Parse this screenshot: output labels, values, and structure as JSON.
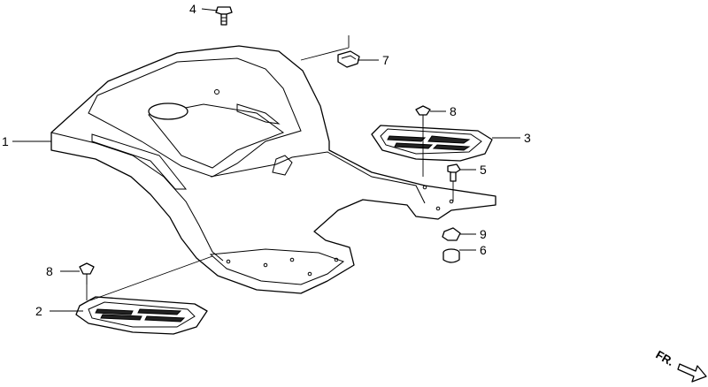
{
  "diagram": {
    "callouts": [
      {
        "id": "c1",
        "label": "1"
      },
      {
        "id": "c2",
        "label": "2"
      },
      {
        "id": "c3",
        "label": "3"
      },
      {
        "id": "c4",
        "label": "4"
      },
      {
        "id": "c5",
        "label": "5"
      },
      {
        "id": "c6",
        "label": "6"
      },
      {
        "id": "c7",
        "label": "7"
      },
      {
        "id": "c8a",
        "label": "8"
      },
      {
        "id": "c8b",
        "label": "8"
      },
      {
        "id": "c9",
        "label": "9"
      }
    ],
    "direction_marker": {
      "label": "FR."
    }
  }
}
